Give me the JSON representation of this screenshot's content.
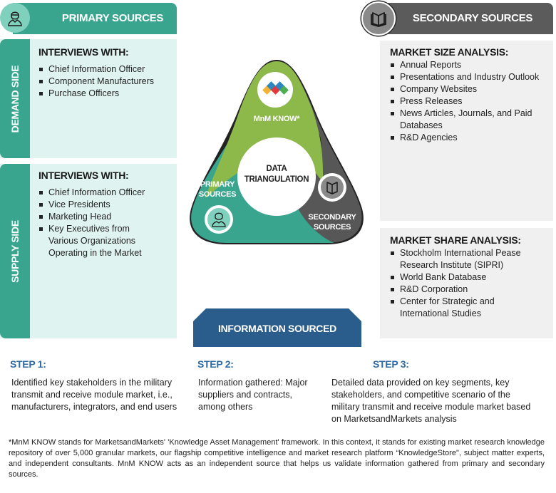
{
  "primary": {
    "header": "PRIMARY SOURCES",
    "icon": "person-icon",
    "demand": {
      "tab": "DEMAND SIDE",
      "heading": "INTERVIEWS WITH:",
      "items": [
        "Chief Information Officer",
        "Component Manufacturers",
        "Purchase Officers"
      ]
    },
    "supply": {
      "tab": "SUPPLY SIDE",
      "heading": "INTERVIEWS WITH:",
      "items": [
        "Chief Information Officer",
        "Vice Presidents",
        "Marketing Head",
        "Key Executives from Various Organizations Operating in the Market"
      ]
    }
  },
  "secondary": {
    "header": "SECONDARY SOURCES",
    "icon": "book-icon",
    "market_size": {
      "heading": "MARKET SIZE ANALYSIS:",
      "items": [
        "Annual Reports",
        "Presentations and Industry Outlook",
        "Company Websites",
        "Press Releases",
        "News Articles, Journals, and Paid Databases",
        "R&D Agencies"
      ]
    },
    "market_share": {
      "heading": "MARKET SHARE ANALYSIS:",
      "items": [
        "Stockholm International Pease Research Institute (SIPRI)",
        "World Bank Database",
        "R&D Corporation",
        "Center for Strategic and International Studies"
      ]
    }
  },
  "triangle": {
    "top_label": "MnM KNOW*",
    "left_label_1": "PRIMARY",
    "left_label_2": "SOURCES",
    "right_label_1": "SECONDARY",
    "right_label_2": "SOURCES",
    "center_1": "DATA",
    "center_2": "TRIANGULATION",
    "colors": {
      "green": "#8db84a",
      "teal": "#3aa58f",
      "gray": "#575757"
    }
  },
  "info_banner": "INFORMATION SOURCED",
  "steps": [
    {
      "title": "STEP 1:",
      "text": "Identified key stakeholders in the military transmit and receive module market, i.e., manufacturers, integrators, and end users"
    },
    {
      "title": "STEP 2:",
      "text": "Information gathered: Major suppliers and contracts, among others"
    },
    {
      "title": "STEP 3:",
      "text": "Detailed data provided on key segments, key stakeholders, and competitive scenario of the military transmit and receive module market based on MarketsandMarkets analysis"
    }
  ],
  "footnote": "*MnM KNOW stands for MarketsandMarkets' 'Knowledge Asset Management' framework. In this context, it stands for existing market research knowledge repository of over 5,000 granular markets, our flagship competitive intelligence and market research platform “KnowledgeStore\", subject matter experts, and independent consultants. MnM KNOW acts as an independent source that helps us validate information gathered from primary and secondary sources."
}
